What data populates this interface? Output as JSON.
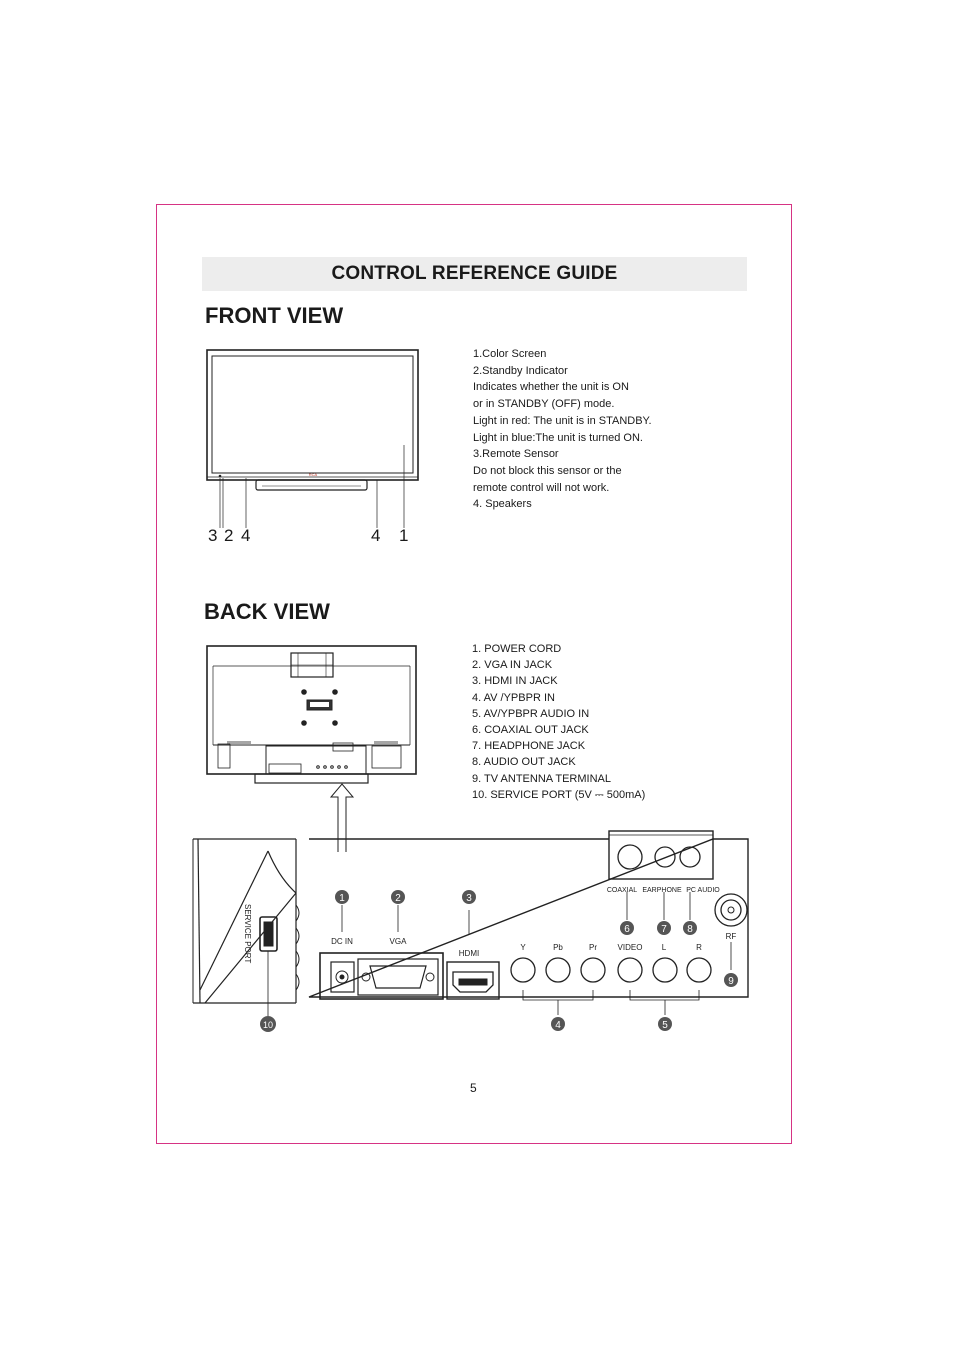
{
  "header": {
    "title": "CONTROL REFERENCE GUIDE"
  },
  "front": {
    "heading": "FRONT VIEW",
    "descriptions": [
      "1.Color Screen",
      "2.Standby Indicator",
      "Indicates whether the unit is ON",
      "or in STANDBY (OFF) mode.",
      "Light in red: The unit is in STANDBY.",
      "Light in blue:The unit is turned ON.",
      "3.Remote Sensor",
      "Do not block this sensor or the",
      "remote control will not work.",
      "4. Speakers"
    ],
    "callouts": {
      "c3": "3",
      "c2": "2",
      "c4a": "4",
      "c4b": "4",
      "c1": "1"
    },
    "brand": "RCA"
  },
  "back": {
    "heading": "BACK VIEW",
    "descriptions": [
      "1. POWER CORD",
      "2. VGA IN JACK",
      "3. HDMI IN JACK",
      "4. AV /YPBPR  IN",
      "5. AV/YPBPR  AUDIO  IN",
      "6. COAXIAL OUT JACK",
      "7. HEADPHONE JACK",
      "8. AUDIO OUT JACK",
      "9. TV ANTENNA TERMINAL",
      "10. SERVICE PORT (5V ⎓ 500mA)"
    ]
  },
  "panel": {
    "labels": {
      "dcin": "DC IN",
      "vga": "VGA",
      "hdmi": "HDMI",
      "y": "Y",
      "pb": "Pb",
      "pr": "Pr",
      "video": "VIDEO",
      "l": "L",
      "r": "R",
      "coaxial": "COAXIAL",
      "earphone": "EARPHONE",
      "pcaudio": "PC AUDIO",
      "rf": "RF",
      "service": "SERVICE PORT"
    },
    "badges": {
      "b1": "1",
      "b2": "2",
      "b3": "3",
      "b4": "4",
      "b5": "5",
      "b6": "6",
      "b7": "7",
      "b8": "8",
      "b9": "9",
      "b10": "10"
    }
  },
  "footer": {
    "page_number": "5"
  },
  "colors": {
    "frame": "#d63384",
    "title_bar": "#ededed",
    "badge": "#555555"
  }
}
